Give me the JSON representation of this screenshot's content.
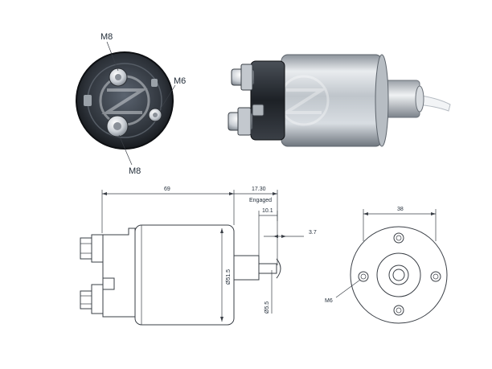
{
  "photo_labels": {
    "top_terminal": "M8",
    "side_terminal": "M6",
    "bottom_terminal": "M8"
  },
  "watermark_logo": "ZM",
  "side_dims": {
    "length": "69",
    "stroke": "17.30",
    "engaged": "Engaged",
    "plunger_gap": "10.1",
    "plunger_tip": "3.7",
    "body_diameter": "Ø51.5",
    "plunger_diameter": "Ø5.5"
  },
  "end_dims": {
    "bolt_spacing": "38",
    "bolt_thread": "M6"
  }
}
